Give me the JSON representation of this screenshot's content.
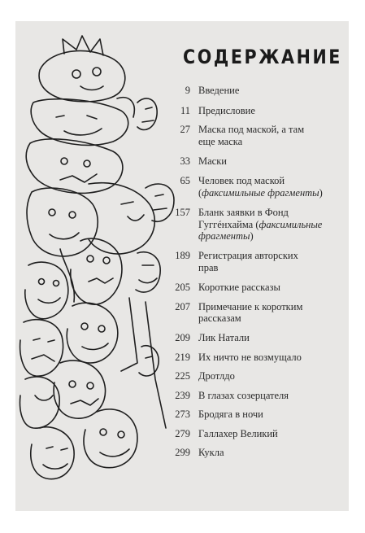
{
  "title": "СОДЕРЖАНИЕ",
  "entries": [
    {
      "page": "9",
      "lines": [
        "Введение"
      ]
    },
    {
      "page": "11",
      "lines": [
        "Предисловие"
      ]
    },
    {
      "page": "27",
      "lines": [
        "Маска под маской, а там",
        "еще маска"
      ]
    },
    {
      "page": "33",
      "lines": [
        "Маски"
      ]
    },
    {
      "page": "65",
      "lines": [
        "Человек под маской",
        "(факсимильные фрагменты)"
      ]
    },
    {
      "page": "157",
      "lines": [
        "Бланк заявки в Фонд",
        "Гуггéнхайма (факсимильные",
        "фрагменты)"
      ]
    },
    {
      "page": "189",
      "lines": [
        "Регистрация авторских",
        "прав"
      ]
    },
    {
      "page": "205",
      "lines": [
        "Короткие рассказы"
      ]
    },
    {
      "page": "207",
      "lines": [
        "Примечание к коротким",
        "рассказам"
      ]
    },
    {
      "page": "209",
      "lines": [
        "Лик Натали"
      ]
    },
    {
      "page": "219",
      "lines": [
        "Их ничто не возмущало"
      ]
    },
    {
      "page": "225",
      "lines": [
        "Дротлдо"
      ]
    },
    {
      "page": "239",
      "lines": [
        "В глазах созерцателя"
      ]
    },
    {
      "page": "273",
      "lines": [
        "Бродяга в ночи"
      ]
    },
    {
      "page": "279",
      "lines": [
        "Галлахер Великий"
      ]
    },
    {
      "page": "299",
      "lines": [
        "Кукла"
      ]
    }
  ]
}
